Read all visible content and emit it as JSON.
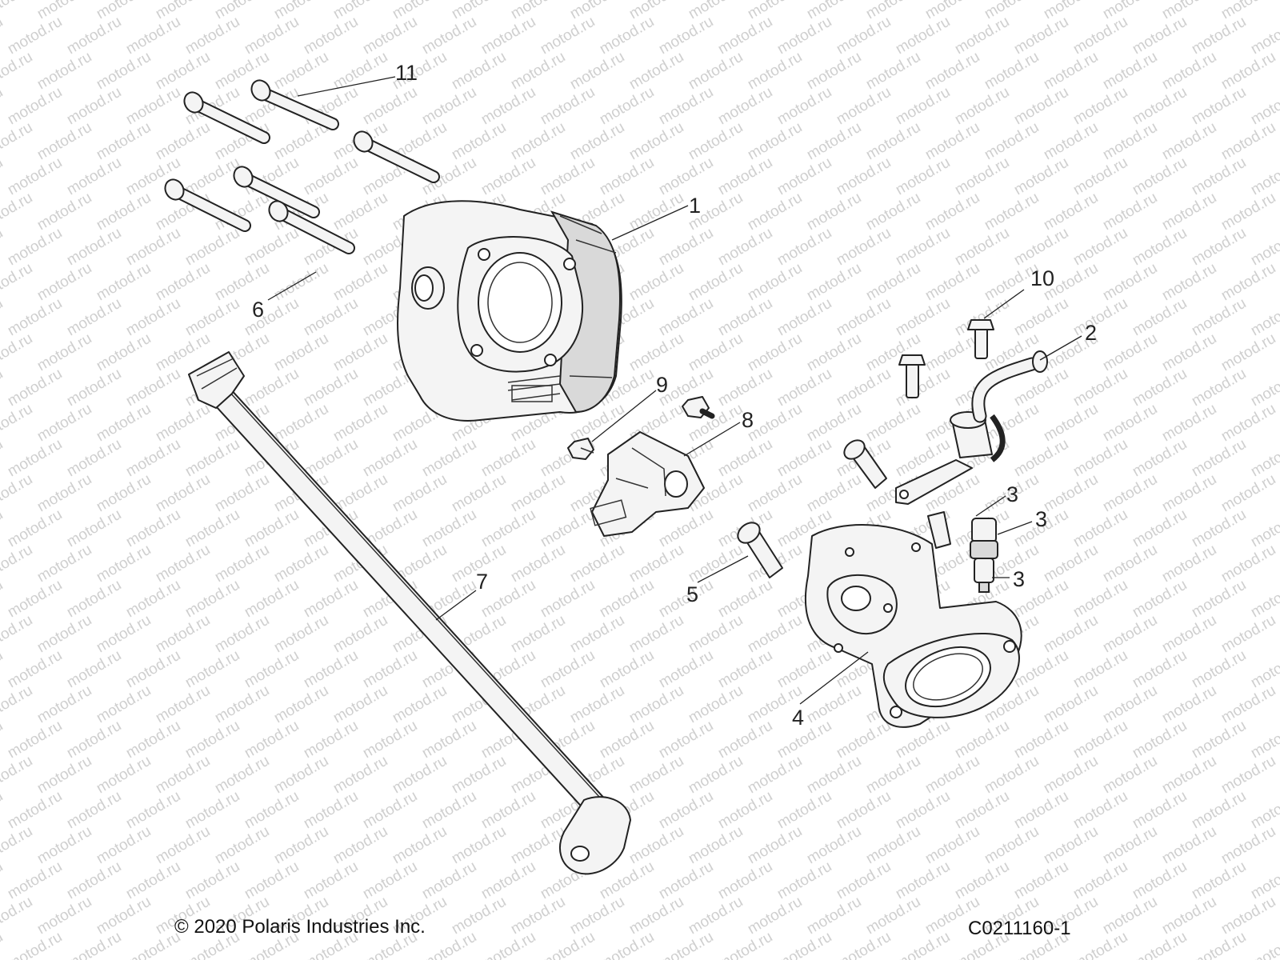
{
  "watermark": "motod.ru",
  "callouts": [
    {
      "id": "1",
      "label": "1"
    },
    {
      "id": "2",
      "label": "2"
    },
    {
      "id": "3a",
      "label": "3"
    },
    {
      "id": "3b",
      "label": "3"
    },
    {
      "id": "3c",
      "label": "3"
    },
    {
      "id": "4",
      "label": "4"
    },
    {
      "id": "5",
      "label": "5"
    },
    {
      "id": "6",
      "label": "6"
    },
    {
      "id": "7",
      "label": "7"
    },
    {
      "id": "8",
      "label": "8"
    },
    {
      "id": "9",
      "label": "9"
    },
    {
      "id": "10",
      "label": "10"
    },
    {
      "id": "11",
      "label": "11"
    }
  ],
  "footer": {
    "copyright": "© 2020 Polaris Industries Inc.",
    "diagram_code": "C0211160-1"
  }
}
